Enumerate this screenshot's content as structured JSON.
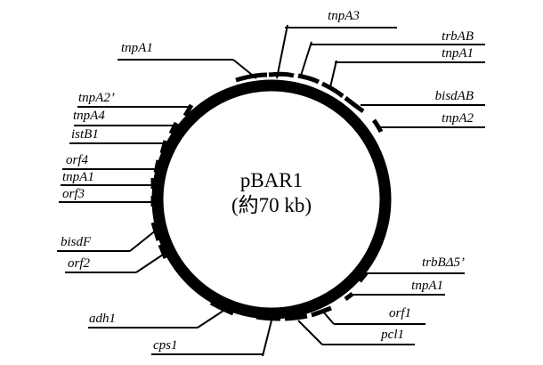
{
  "plasmid": {
    "name": "pBAR1",
    "size": "(約70 kb)"
  },
  "genes": {
    "tnpA3": "tnpA3",
    "tnpA1_top": "tnpA1",
    "trbAB": "trbAB",
    "tnpA1_right": "tnpA1",
    "bisdAB": "bisdAB",
    "tnpA2": "tnpA2",
    "tnpA2p": "tnpA2’",
    "tnpA4": "tnpA4",
    "istB1": "istB1",
    "orf4": "orf4",
    "tnpA1_left": "tnpA1",
    "orf3": "orf3",
    "bisdF": "bisdF",
    "orf2": "orf2",
    "trbBd5": "trbBΔ5’",
    "tnpA1_lower": "tnpA1",
    "orf1": "orf1",
    "pcl1": "pcl1",
    "adh1": "adh1",
    "cps1": "cps1"
  }
}
